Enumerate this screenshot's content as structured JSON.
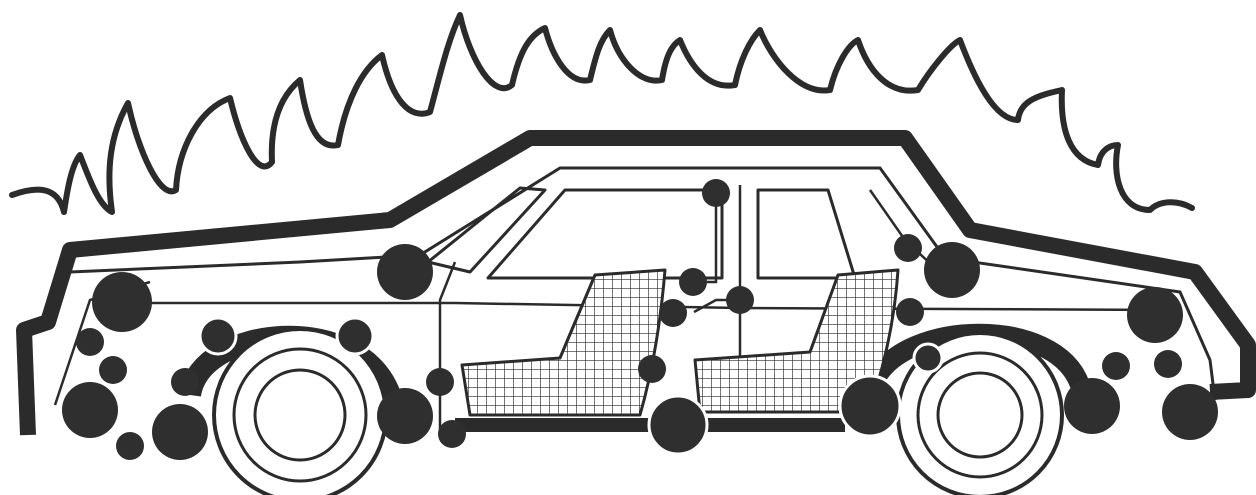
{
  "illustration": {
    "subject": "car-sound-diagram",
    "elements": [
      "sound-wave",
      "car-body-outline",
      "front-wheel",
      "rear-wheel",
      "front-seat",
      "rear-seat",
      "window",
      "noise-point-markers"
    ]
  },
  "colors": {
    "ink": "#2b2b2b",
    "background": "#ffffff",
    "marker": "#2f2f2f"
  }
}
